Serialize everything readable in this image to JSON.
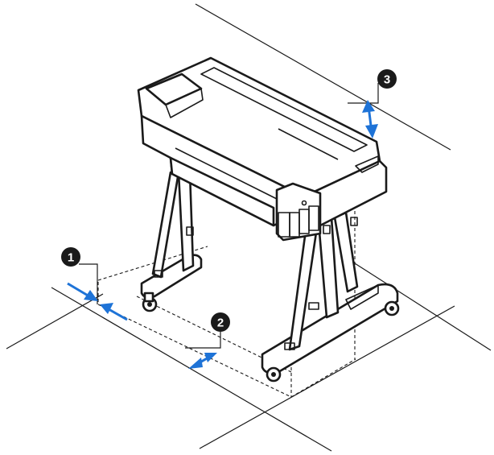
{
  "colors": {
    "arrow": "#1e73d7",
    "line": "#1a1a1a",
    "callout_bg": "#1a1a1a",
    "callout_fg": "#ffffff"
  },
  "callouts": [
    {
      "label": "1"
    },
    {
      "label": "2"
    },
    {
      "label": "3"
    }
  ]
}
